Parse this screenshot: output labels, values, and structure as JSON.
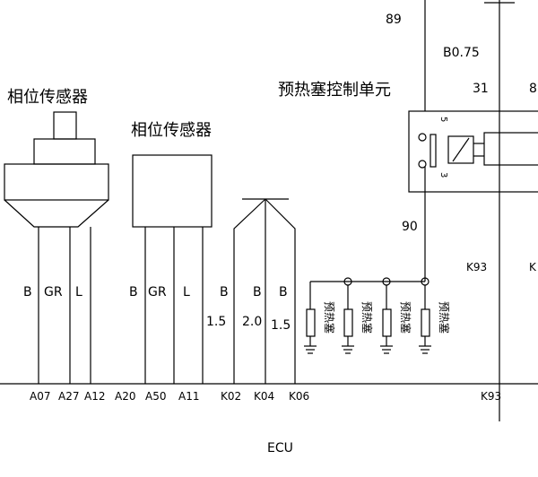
{
  "labels": {
    "sensor1_title": "相位传感器",
    "sensor2_title": "相位传感器",
    "control_unit_title": "预热塞控制单元",
    "ecu": "ECU",
    "top_89": "89",
    "top_b075": "B0.75",
    "top_31": "31",
    "top_8": "8",
    "pin_5": "5",
    "pin_3": "3",
    "wire_90": "90",
    "k93_mid": "K93",
    "k93_right": "K",
    "k93_bottom": "K93"
  },
  "sensor1_wires": [
    "B",
    "GR",
    "L"
  ],
  "sensor2_wires": [
    "B",
    "GR",
    "L"
  ],
  "k_wires": [
    {
      "color": "B",
      "size": "1.5"
    },
    {
      "color": "B",
      "size": "2.0"
    },
    {
      "color": "B",
      "size": "1.5"
    }
  ],
  "glow_plugs": [
    "预热塞",
    "预热塞",
    "预热塞",
    "预热塞"
  ],
  "ecu_pins": [
    "A07",
    "A27",
    "A12",
    "A20",
    "A50",
    "A11",
    "K02",
    "K04",
    "K06"
  ]
}
